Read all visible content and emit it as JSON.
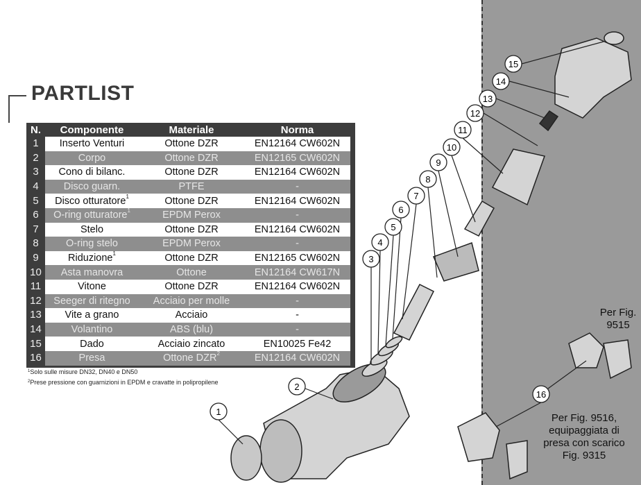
{
  "title": "PARTLIST",
  "table": {
    "headers": [
      "N.",
      "Componente",
      "Materiale",
      "Norma"
    ],
    "rows": [
      {
        "n": "1",
        "componente": "Inserto Venturi",
        "note": "",
        "materiale": "Ottone DZR",
        "mnote": "",
        "norma": "EN12164 CW602N"
      },
      {
        "n": "2",
        "componente": "Corpo",
        "note": "",
        "materiale": "Ottone DZR",
        "mnote": "",
        "norma": "EN12165 CW602N"
      },
      {
        "n": "3",
        "componente": "Cono di bilanc.",
        "note": "",
        "materiale": "Ottone DZR",
        "mnote": "",
        "norma": "EN12164 CW602N"
      },
      {
        "n": "4",
        "componente": "Disco guarn.",
        "note": "",
        "materiale": "PTFE",
        "mnote": "",
        "norma": "-"
      },
      {
        "n": "5",
        "componente": "Disco otturatore",
        "note": "1",
        "materiale": "Ottone DZR",
        "mnote": "",
        "norma": "EN12164 CW602N"
      },
      {
        "n": "6",
        "componente": "O-ring otturatore",
        "note": "1",
        "materiale": "EPDM Perox",
        "mnote": "",
        "norma": "-"
      },
      {
        "n": "7",
        "componente": "Stelo",
        "note": "",
        "materiale": "Ottone DZR",
        "mnote": "",
        "norma": "EN12164 CW602N"
      },
      {
        "n": "8",
        "componente": "O-ring stelo",
        "note": "",
        "materiale": "EPDM Perox",
        "mnote": "",
        "norma": "-"
      },
      {
        "n": "9",
        "componente": "Riduzione",
        "note": "1",
        "materiale": "Ottone DZR",
        "mnote": "",
        "norma": "EN12165 CW602N"
      },
      {
        "n": "10",
        "componente": "Asta manovra",
        "note": "",
        "materiale": "Ottone",
        "mnote": "",
        "norma": "EN12164 CW617N"
      },
      {
        "n": "11",
        "componente": "Vitone",
        "note": "",
        "materiale": "Ottone DZR",
        "mnote": "",
        "norma": "EN12164 CW602N"
      },
      {
        "n": "12",
        "componente": "Seeger di ritegno",
        "note": "",
        "materiale": "Acciaio per molle",
        "mnote": "",
        "norma": "-"
      },
      {
        "n": "13",
        "componente": "Vite a grano",
        "note": "",
        "materiale": "Acciaio",
        "mnote": "",
        "norma": "-"
      },
      {
        "n": "14",
        "componente": "Volantino",
        "note": "",
        "materiale": "ABS (blu)",
        "mnote": "",
        "norma": "-"
      },
      {
        "n": "15",
        "componente": "Dado",
        "note": "",
        "materiale": "Acciaio zincato",
        "mnote": "",
        "norma": "EN10025 Fe42"
      },
      {
        "n": "16",
        "componente": "Presa",
        "note": "",
        "materiale": "Ottone DZR",
        "mnote": "2",
        "norma": "EN12164 CW602N"
      }
    ]
  },
  "footnotes": [
    {
      "mark": "1",
      "text": "Solo sulle misure DN32, DN40 e DN50"
    },
    {
      "mark": "2",
      "text": "Prese pressione con guarnizioni in EPDM e cravatte in polipropilene"
    }
  ],
  "callouts": [
    "1",
    "2",
    "3",
    "4",
    "5",
    "6",
    "7",
    "8",
    "9",
    "10",
    "11",
    "12",
    "13",
    "14",
    "15",
    "16"
  ],
  "notes": {
    "fig9515": "Per Fig. 9515",
    "fig9516": "Per Fig. 9516, equipaggiata di presa con scarico Fig. 9315"
  }
}
